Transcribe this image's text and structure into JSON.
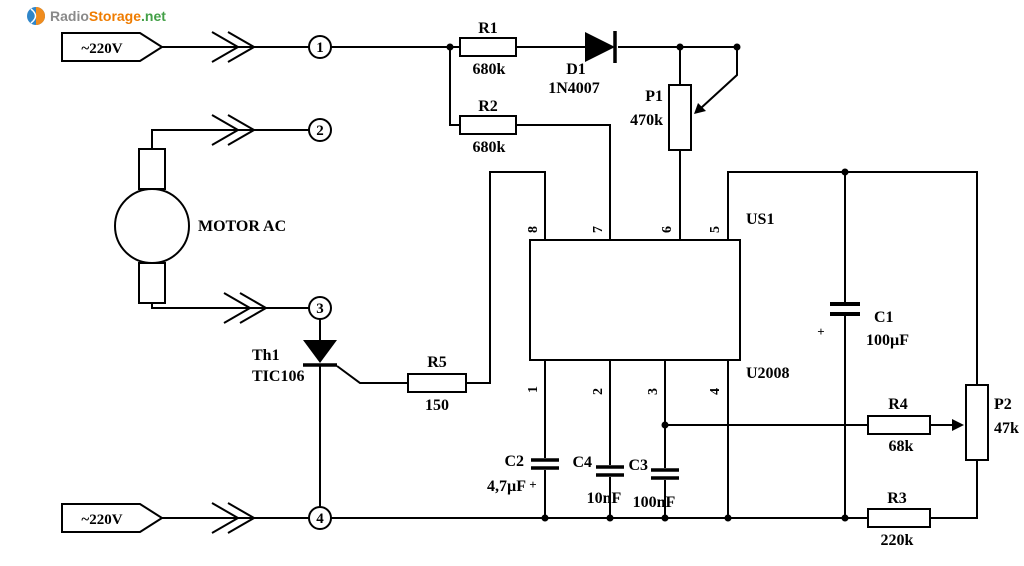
{
  "logo": {
    "radio": "Radio",
    "storage": "Storage",
    "net": ".net"
  },
  "inputs": {
    "top": "~220V",
    "bottom": "~220V"
  },
  "terminals": {
    "t1": "1",
    "t2": "2",
    "t3": "3",
    "t4": "4"
  },
  "motor_label": "MOTOR AC",
  "ic": {
    "designator": "US1",
    "part": "U2008",
    "pin8": "8",
    "pin7": "7",
    "pin6": "6",
    "pin5": "5",
    "pin1": "1",
    "pin2": "2",
    "pin3": "3",
    "pin4": "4"
  },
  "components": {
    "r1": {
      "name": "R1",
      "value": "680k"
    },
    "r2": {
      "name": "R2",
      "value": "680k"
    },
    "r3": {
      "name": "R3",
      "value": "220k"
    },
    "r4": {
      "name": "R4",
      "value": "68k"
    },
    "r5": {
      "name": "R5",
      "value": "150"
    },
    "p1": {
      "name": "P1",
      "value": "470k"
    },
    "p2": {
      "name": "P2",
      "value": "47k"
    },
    "d1": {
      "name": "D1",
      "value": "1N4007"
    },
    "th1": {
      "name": "Th1",
      "value": "TIC106"
    },
    "c1": {
      "name": "C1",
      "value": "100µF",
      "polarity": "+"
    },
    "c2": {
      "name": "C2",
      "value": "4,7µF",
      "polarity": "+"
    },
    "c3": {
      "name": "C3",
      "value": "100nF"
    },
    "c4": {
      "name": "C4",
      "value": "10nF"
    }
  },
  "colors": {
    "wire": "#000000",
    "background": "#ffffff",
    "logo_radio": "#8a8a8a",
    "logo_storage": "#ef7c00",
    "logo_net": "#43a047"
  }
}
